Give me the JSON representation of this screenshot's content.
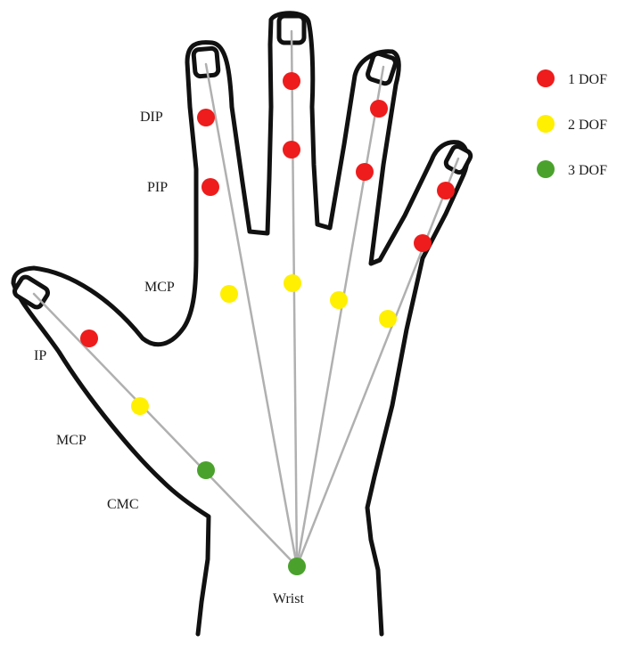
{
  "colors": {
    "one_dof": "#ee1c1c",
    "two_dof": "#ffef00",
    "three_dof": "#4aa22c",
    "bone": "#b0b0b0",
    "outline": "#111111"
  },
  "joint_labels": {
    "dip": "DIP",
    "pip": "PIP",
    "mcp_finger": "MCP",
    "ip": "IP",
    "mcp_thumb": "MCP",
    "cmc": "CMC",
    "wrist": "Wrist"
  },
  "legend": [
    {
      "label": "1 DOF",
      "color": "#ee1c1c"
    },
    {
      "label": "2 DOF",
      "color": "#ffef00"
    },
    {
      "label": "3 DOF",
      "color": "#4aa22c"
    }
  ],
  "joints": {
    "wrist": "3 DOF",
    "thumb": [
      "3 DOF",
      "2 DOF",
      "1 DOF"
    ],
    "index": [
      "2 DOF",
      "1 DOF",
      "1 DOF"
    ],
    "middle": [
      "2 DOF",
      "1 DOF",
      "1 DOF"
    ],
    "ring": [
      "2 DOF",
      "1 DOF",
      "1 DOF"
    ],
    "little": [
      "2 DOF",
      "1 DOF",
      "1 DOF"
    ]
  }
}
